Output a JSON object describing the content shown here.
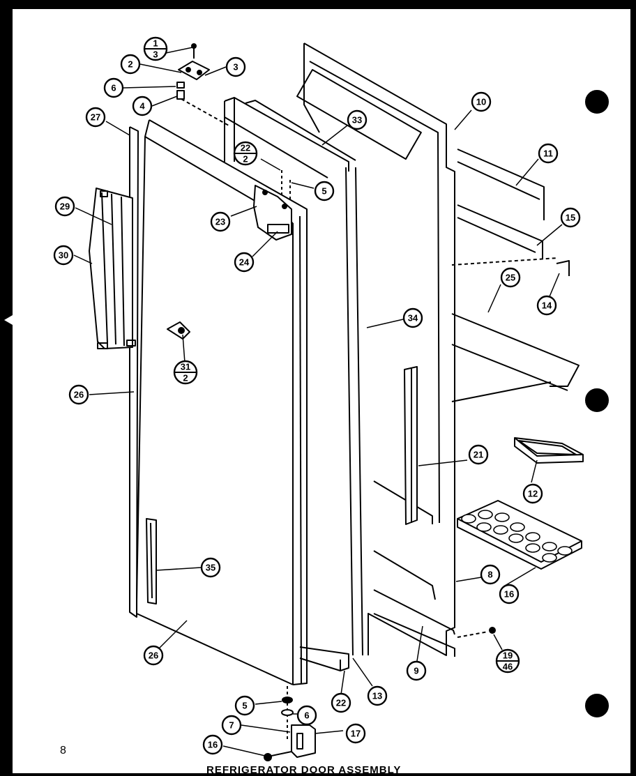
{
  "page": {
    "number": "8",
    "title": "REFRIGERATOR  DOOR  ASSEMBLY"
  },
  "colors": {
    "ink": "#000000",
    "paper": "#ffffff",
    "page_background": "#000000"
  },
  "callouts": {
    "c1": {
      "top": "1",
      "bottom": "3"
    },
    "c2": "2",
    "c3": "3",
    "c4": "4",
    "c5a": "5",
    "c5b": "5",
    "c6a": "6",
    "c6b": "6",
    "c7": "7",
    "c8": "8",
    "c9": "9",
    "c10": "10",
    "c11": "11",
    "c12": "12",
    "c13": "13",
    "c14": "14",
    "c15": "15",
    "c16a": "16",
    "c16b": "16",
    "c17": "17",
    "c19": {
      "top": "19",
      "bottom": "46"
    },
    "c21": "21",
    "c22a": {
      "top": "22",
      "bottom": "2"
    },
    "c22b": "22",
    "c23": "23",
    "c24": "24",
    "c25": "25",
    "c26a": "26",
    "c26b": "26",
    "c27": "27",
    "c29": "29",
    "c30": "30",
    "c31": {
      "top": "31",
      "bottom": "2"
    },
    "c33": "33",
    "c34": "34",
    "c35": "35"
  }
}
